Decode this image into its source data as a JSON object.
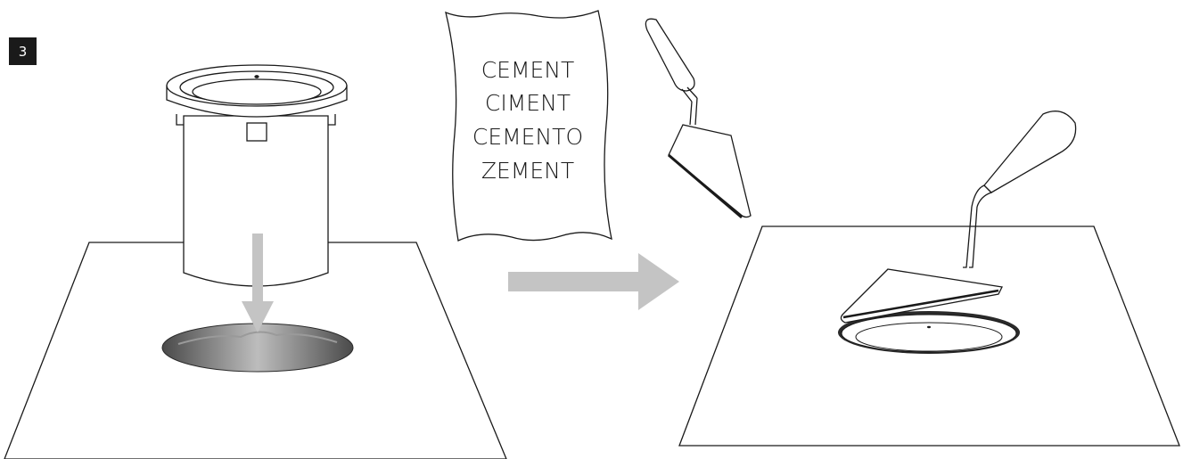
{
  "step": {
    "number": "3"
  },
  "cement_bag": {
    "lines": [
      "CEMENT",
      "CIMENT",
      "CEMENTO",
      "ZEMENT"
    ]
  },
  "colors": {
    "stroke": "#1a1a1a",
    "arrow": "#c4c4c4",
    "cement_dark": "#4a4a4a",
    "cement_light": "#bdbdbd"
  }
}
